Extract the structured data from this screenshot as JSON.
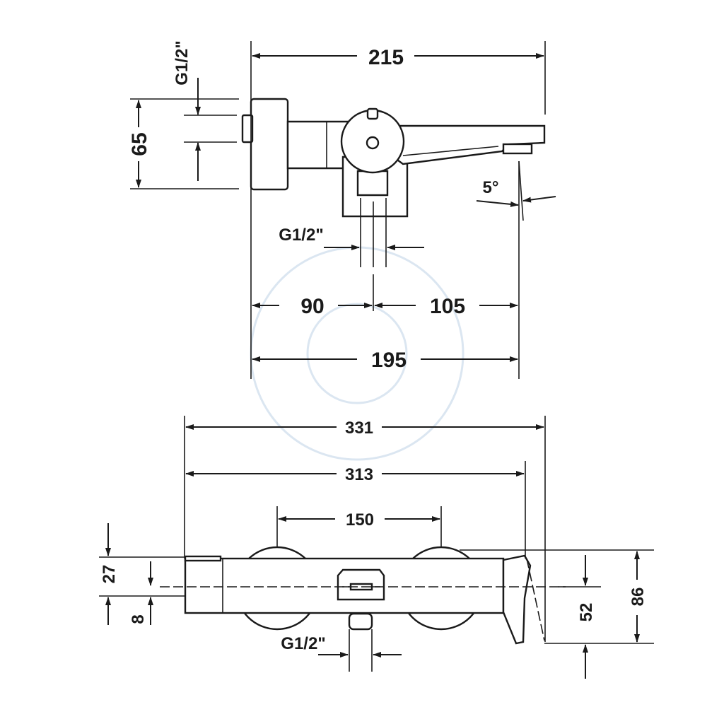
{
  "colors": {
    "ink": "#1a1a1a",
    "paper": "#ffffff",
    "watermark": "#dbe6f1"
  },
  "side_view": {
    "width_overall": "215",
    "height": "65",
    "thread_top": "G1/2\"",
    "thread_bottom": "G1/2\"",
    "spout_angle": "5°",
    "to_center": "90",
    "center_to_spout": "105",
    "wall_to_spout": "195"
  },
  "front_view": {
    "length_overall": "331",
    "length_body": "313",
    "connection_spacing": "150",
    "offset_upper": "27",
    "offset_lower": "8",
    "spout_height": "52",
    "total_height": "86",
    "thread_outlet": "G1/2\""
  }
}
